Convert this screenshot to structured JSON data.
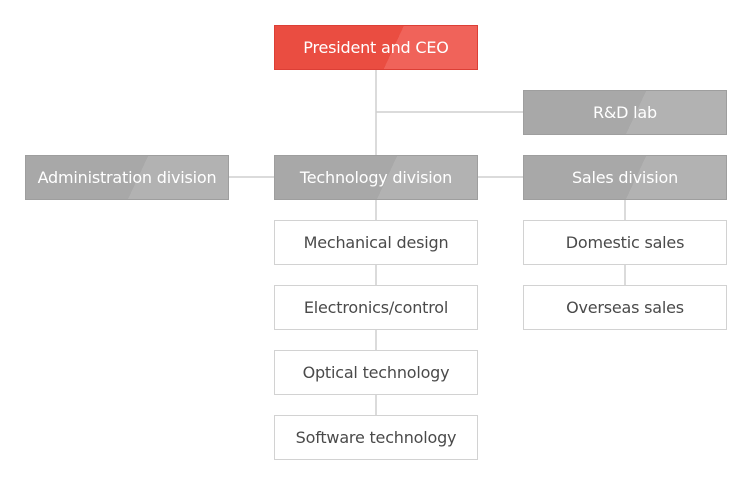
{
  "org_chart": {
    "president": "President and CEO",
    "rnd_lab": "R&D lab",
    "administration": "Administration division",
    "technology": {
      "label": "Technology division",
      "teams": [
        "Mechanical design",
        "Electronics/control",
        "Optical technology",
        "Software technology"
      ]
    },
    "sales": {
      "label": "Sales division",
      "teams": [
        "Domestic sales",
        "Overseas sales"
      ]
    }
  },
  "colors": {
    "president_box": "#ea4d41",
    "division_box": "#a8a8a8",
    "team_box_border": "#d2d2d2",
    "connector": "#cfcfcf",
    "team_text": "#4a4a4a"
  }
}
